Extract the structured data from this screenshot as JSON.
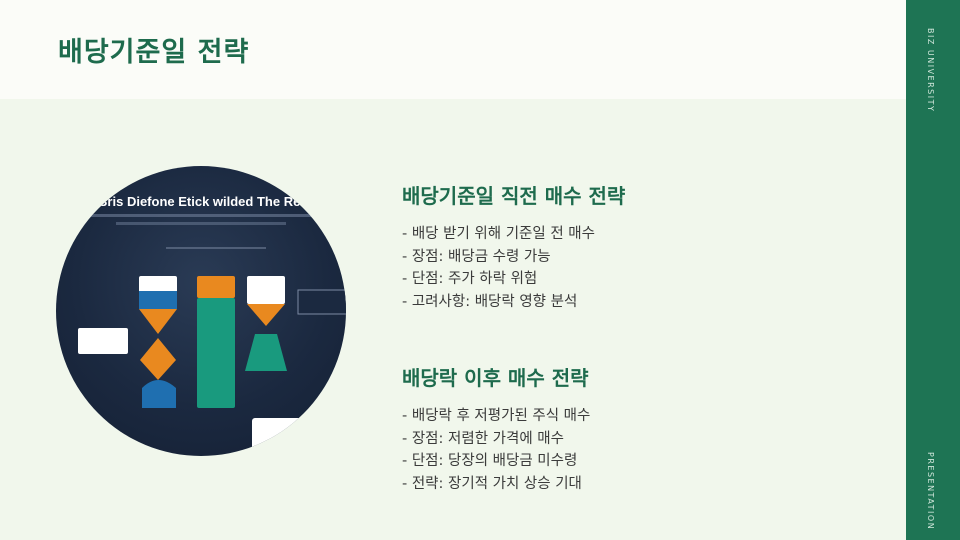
{
  "title": "배당기준일 전략",
  "sidebar": {
    "top": "BIZ UNIVERSITY",
    "bottom": "PRESENTATION"
  },
  "image": {
    "heading": "ing Bris Diefone Etick wilded The Recipp"
  },
  "sections": [
    {
      "title": "배당기준일 직전 매수 전략",
      "bullets": [
        "- 배당 받기 위해 기준일 전 매수",
        "- 장점: 배당금 수령 가능",
        "- 단점: 주가 하락 위험",
        "- 고려사항: 배당락 영향 분석"
      ]
    },
    {
      "title": "배당락 이후 매수 전략",
      "bullets": [
        "- 배당락 후 저평가된 주식 매수",
        "- 장점: 저렴한 가격에 매수",
        "- 단점: 당장의 배당금 미수령",
        "- 전략: 장기적 가치 상승 기대"
      ]
    }
  ]
}
